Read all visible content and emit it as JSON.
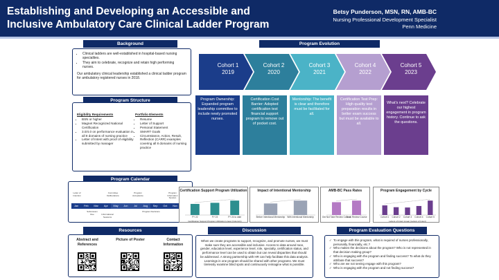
{
  "header": {
    "title": "Establishing and Developing an Accessible and Inclusive Ambulatory Care Clinical Ladder Program",
    "author_name": "Betsy Punderson, MSN, RN, AMB-BC",
    "author_role": "Nursing Professional Development Specialist",
    "author_org": "Penn Medicine"
  },
  "background": {
    "heading": "Background",
    "bullets": [
      "Clinical ladders are well-established in hospital-based nursing specialties.",
      "They aim to celebrate, recognize and retain high performing nurses."
    ],
    "paragraph": "Our ambulatory clinical leadership established a clinical ladder program for ambulatory registered nurses in 2018."
  },
  "structure": {
    "heading": "Program Structure",
    "eligibility_heading": "Eligibility Requirements",
    "eligibility_items": [
      "BSN or higher",
      "Magnet Recognized National Certification",
      "3.0/4.0 on performance evaluation in all 8 domains of nursing practice",
      "Letter of Intent with proof of eligibility submitted by manager"
    ],
    "portfolio_heading": "Portfolio Elements",
    "portfolio_items": [
      "Resume",
      "Letter of Support",
      "Personal Statement",
      "SMART Goals",
      "Circumstance, Action, Result, Reflection (CARR) examples covering all 8 domains of nursing practice"
    ]
  },
  "calendar": {
    "heading": "Program Calendar",
    "months": [
      "Jan",
      "Feb",
      "Mar",
      "Apr",
      "May",
      "Jun",
      "Jul",
      "Aug",
      "Sep",
      "Oct",
      "Nov",
      "Dec"
    ],
    "events_top": [
      "Letter of Intention",
      "Committee Deliberations",
      "Program Acceptance",
      "Program Information Session"
    ],
    "events_bottom": [
      "Submission Due",
      "Informational Sessions",
      "Program Decisions"
    ]
  },
  "resources": {
    "heading": "Resources",
    "items": [
      "Abstract and References",
      "Picture of Poster",
      "Contact Information"
    ]
  },
  "evolution": {
    "heading": "Program Evolution",
    "cohorts": [
      {
        "label": "Cohort 1",
        "year": "2019",
        "color": "#1b3d8a",
        "text": "Program Ownership: Expanded program leadership committee to include newly promoted nurses."
      },
      {
        "label": "Cohort 2",
        "year": "2020",
        "color": "#2d7f9c",
        "text": "Certification Cost Barrier: Adopted certification test financial support program to remove out of pocket cost."
      },
      {
        "label": "Cohort 3",
        "year": "2021",
        "color": "#4bb3c7",
        "text": "Mentorship: The benefit is clear and therefore must be facilitated for all."
      },
      {
        "label": "Cohort 4",
        "year": "2022",
        "color": "#b59fd0",
        "text": "Certification Test Prep: High quality test preparation results in better exam success but must be available to all."
      },
      {
        "label": "Cohort 5",
        "year": "2023",
        "color": "#6b3e8e",
        "text": "What's next? Celebrate our highest engagement in program history. Continue to ask the questions."
      }
    ]
  },
  "chart_data": [
    {
      "type": "bar",
      "title": "Certification Support Program Utilization",
      "categories": [
        "FY 22",
        "FY 23",
        "FY 24 to date"
      ],
      "values": [
        4,
        4.4,
        5.2
      ],
      "xlabel": "Certification Support Program Utilization Linear (Column1)",
      "color": "#2d8f8f"
    },
    {
      "type": "bar",
      "title": "Impact of Intentional Mentorship",
      "categories": [
        "Before Intentional Mentorship",
        "With Intentional Mentorship"
      ],
      "values": [
        60,
        75
      ],
      "color": "#9aa3b5"
    },
    {
      "type": "bar",
      "title": "AMB-BC Pass Rates",
      "categories": [
        "Did Not Take Review Course",
        "To ok Review Course"
      ],
      "values": [
        80,
        90
      ],
      "color": "#b47ac4"
    },
    {
      "type": "bar",
      "title": "Program Engagement by Cycle",
      "categories": [
        "Cohort 1",
        "Cohort 2",
        "Cohort 3",
        "Cohort 4",
        "Cohort 5"
      ],
      "values": [
        3.2,
        2.6,
        2.5,
        3.0,
        4.8
      ],
      "xlabel": "Letters of Intent    Linear (Letters of Intent)",
      "color": "#6b3e8e"
    }
  ],
  "discussion": {
    "heading": "Discussion",
    "text": "When we create programs to support, recognize, and promote nurses, we must make sure they are accessible and inclusive. Access to data around race, gender, education level, experience level, role, specialty, certification status, and performance level can be used to obtain but can reveal disparities that should be addressed. A strong partnership with HR can help facilitate this data analysis. Learnings in one program should be shared with other programs. We must tirelessly examine blind spots and continuously reimagine what is possible."
  },
  "evaluation": {
    "heading": "Program Evaluation Questions",
    "questions": [
      "To engage with this program, what is required of nurses professionally, personally, financially, etc.?",
      "Who makes the decisions about the program? Who is not represented in that decision making group?",
      "Who is engaging with the program and finding success? To what do they attribute that success?",
      "Who are we not seeing engage with this program?",
      "Who is engaging with the program and not finding success?"
    ]
  }
}
